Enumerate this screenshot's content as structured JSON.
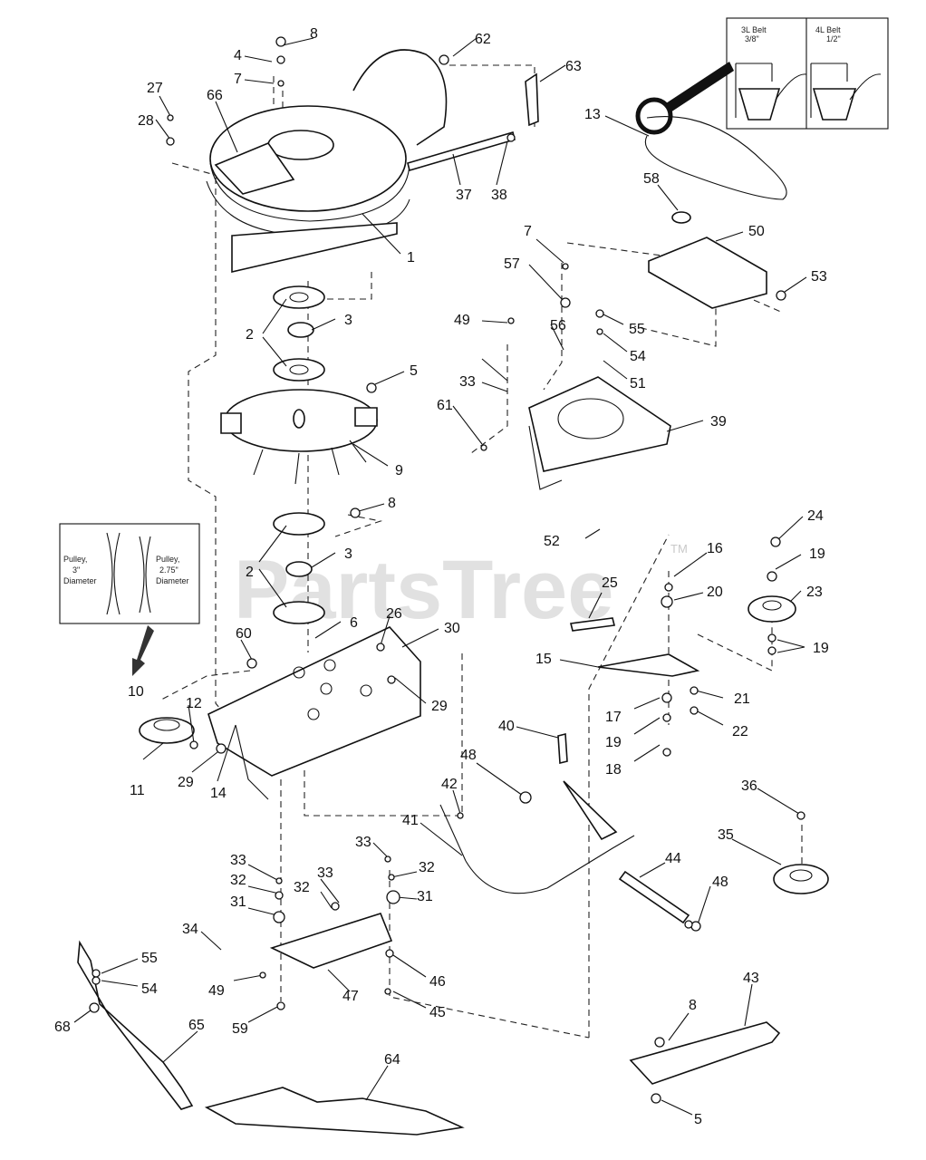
{
  "watermark": {
    "text": "PartsTree",
    "trademark": "TM"
  },
  "belt_inset": {
    "left_label": "3L Belt",
    "left_size": "3/8\"",
    "right_label": "4L Belt",
    "right_size": "1/2\""
  },
  "pulley_inset": {
    "left_label": "Pulley, 3\" Diameter",
    "right_label": "Pulley, 2.75\" Diameter"
  },
  "callouts": [
    "1",
    "2",
    "2",
    "3",
    "3",
    "4",
    "5",
    "5",
    "6",
    "7",
    "7",
    "8",
    "8",
    "8",
    "9",
    "10",
    "11",
    "12",
    "13",
    "14",
    "15",
    "16",
    "17",
    "18",
    "19",
    "19",
    "19",
    "20",
    "21",
    "22",
    "23",
    "24",
    "25",
    "26",
    "27",
    "28",
    "29",
    "29",
    "30",
    "31",
    "31",
    "32",
    "32",
    "32",
    "33",
    "33",
    "33",
    "33",
    "34",
    "35",
    "36",
    "37",
    "38",
    "39",
    "40",
    "41",
    "42",
    "43",
    "44",
    "45",
    "46",
    "47",
    "48",
    "48",
    "49",
    "49",
    "50",
    "51",
    "52",
    "53",
    "54",
    "54",
    "55",
    "55",
    "56",
    "57",
    "58",
    "59",
    "60",
    "61",
    "62",
    "63",
    "64",
    "65",
    "66",
    "68"
  ],
  "colors": {
    "line": "#111111",
    "watermark": "#c9c9c9"
  }
}
